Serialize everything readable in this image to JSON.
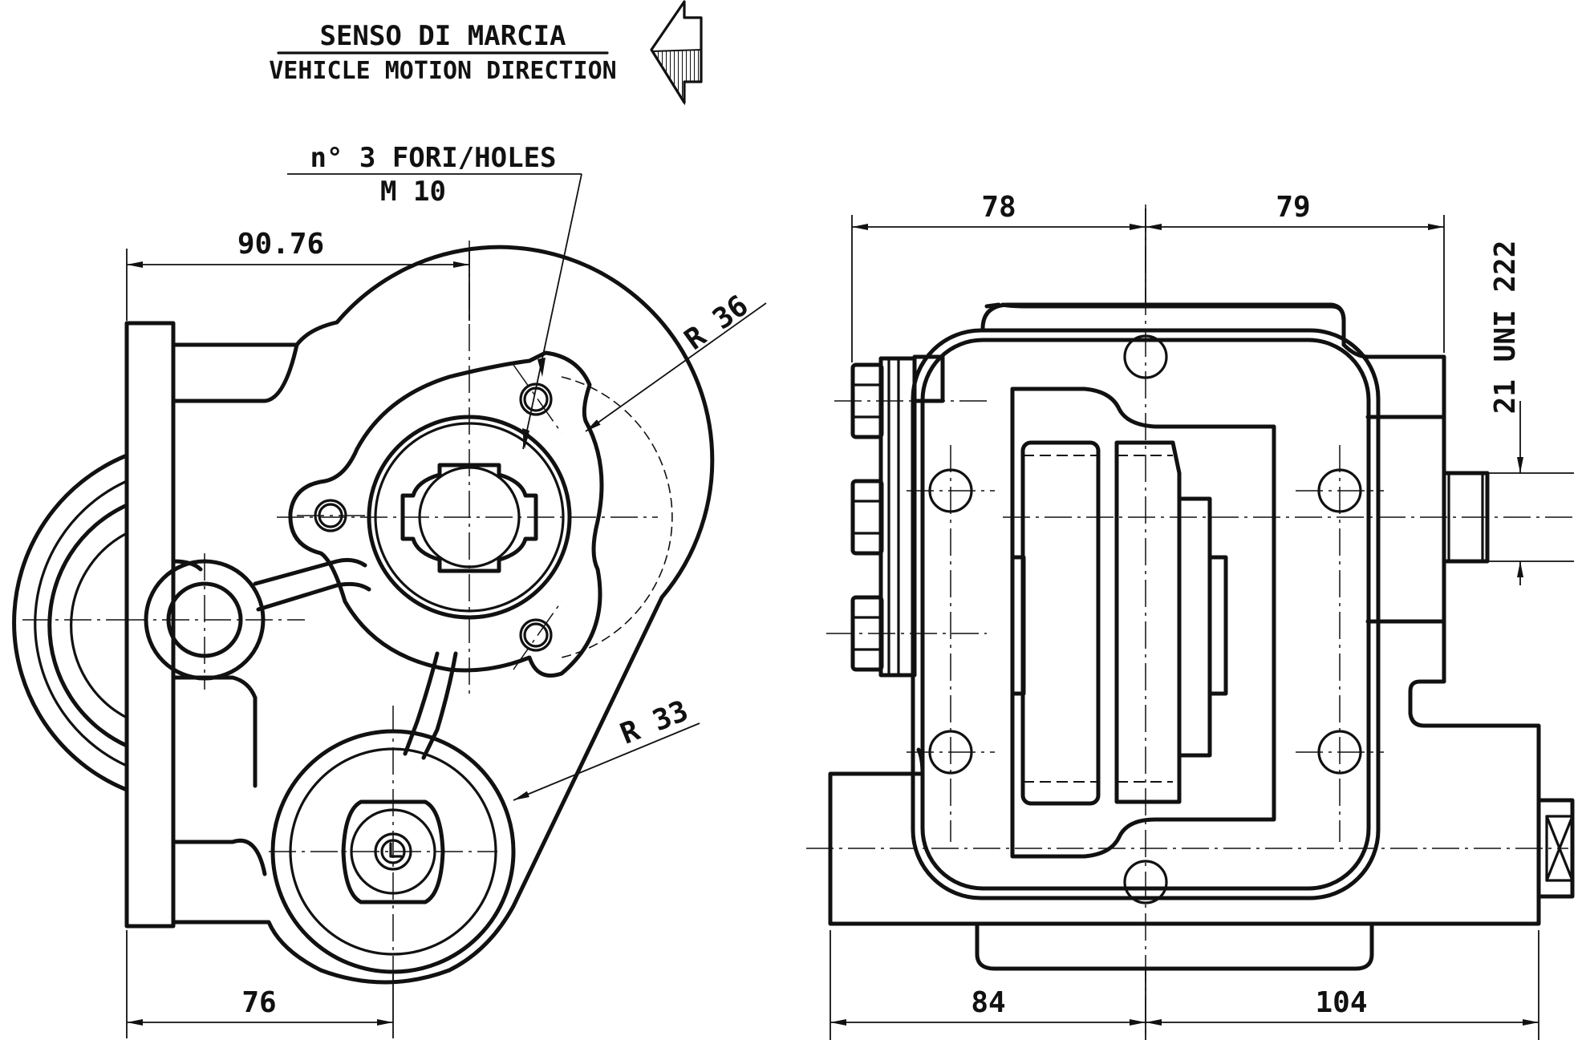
{
  "header": {
    "direction_it": "SENSO DI MARCIA",
    "direction_en": "VEHICLE MOTION DIRECTION"
  },
  "front_view": {
    "holes_callout_line1": "n° 3 FORI/HOLES",
    "holes_callout_line2": "M 10",
    "dim_top_width": "90.76",
    "dim_radius_large": "R 36",
    "dim_radius_small": "R 33",
    "dim_bottom_width": "76"
  },
  "side_view": {
    "dim_top_left": "78",
    "dim_top_right": "79",
    "dim_shaft": "21 UNI 222",
    "dim_bottom_left": "84",
    "dim_bottom_right": "104"
  }
}
